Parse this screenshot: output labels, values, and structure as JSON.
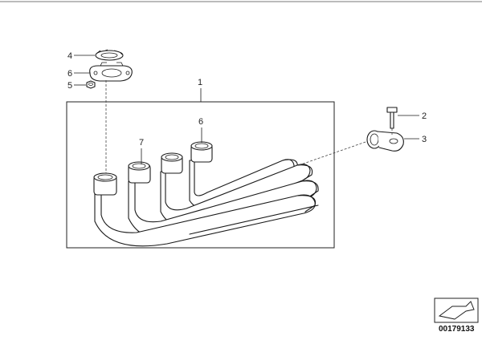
{
  "callouts": {
    "c1": "1",
    "c2": "2",
    "c3": "3",
    "c4": "4",
    "c5": "5",
    "c6a": "6",
    "c6b": "6",
    "c7": "7"
  },
  "reference_number": "00179133",
  "colors": {
    "line": "#1a1a1a",
    "background": "#ffffff"
  },
  "icons": {
    "corner_symbol": "folded-page-arrow-icon"
  }
}
